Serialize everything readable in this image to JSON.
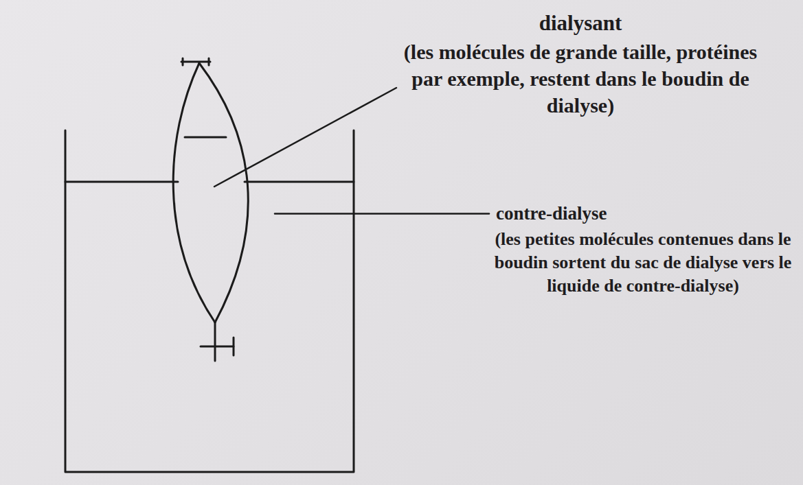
{
  "diagram": {
    "labels": [
      "dialysant",
      "(les molécules de grande taille, protéines par exemple, restent dans le boudin de dialyse)",
      "contre-dialyse",
      "(les petites molécules contenues dans le boudin sortent du sac de dialyse vers le liquide de contre-dialyse)"
    ]
  }
}
